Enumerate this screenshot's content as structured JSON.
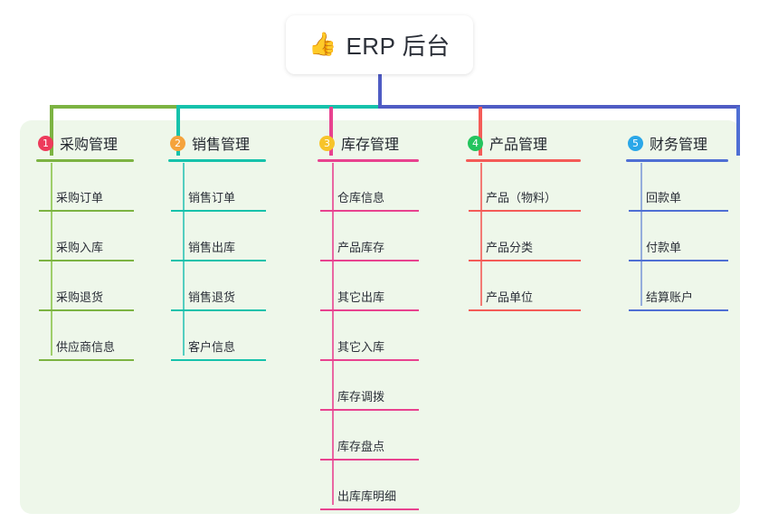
{
  "root": {
    "icon": "thumbs-up-icon",
    "emoji": "👍",
    "title": "ERP 后台"
  },
  "palette": {
    "panel_bg": "#eef7ea",
    "page_bg": "#ffffff",
    "root_stem": "#4f5cc4",
    "bus_left": "#7cb342",
    "bus_mid": "#16c2ab",
    "bus_right": "#4f5cc4",
    "green": "#7cb342",
    "teal": "#16c2ab",
    "pink": "#e8428f",
    "salmon": "#f45b57",
    "blue": "#4f6fd4",
    "badge1": "#ed3b5b",
    "badge2": "#f5a33c",
    "badge3": "#f7c42a",
    "badge4": "#24c45e",
    "badge5": "#2ba7e8"
  },
  "columns": [
    {
      "index": "1",
      "title": "采购管理",
      "badge_color": "#ed3b5b",
      "line_color": "#7cb342",
      "items": [
        {
          "label": "采购订单"
        },
        {
          "label": "采购入库"
        },
        {
          "label": "采购退货"
        },
        {
          "label": "供应商信息"
        }
      ]
    },
    {
      "index": "2",
      "title": "销售管理",
      "badge_color": "#f5a33c",
      "line_color": "#16c2ab",
      "items": [
        {
          "label": "销售订单"
        },
        {
          "label": "销售出库"
        },
        {
          "label": "销售退货"
        },
        {
          "label": "客户信息"
        }
      ]
    },
    {
      "index": "3",
      "title": "库存管理",
      "badge_color": "#f7c42a",
      "line_color": "#e8428f",
      "items": [
        {
          "label": "仓库信息"
        },
        {
          "label": "产品库存"
        },
        {
          "label": "其它出库"
        },
        {
          "label": "其它入库"
        },
        {
          "label": "库存调拨"
        },
        {
          "label": "库存盘点"
        },
        {
          "label": "出库库明细"
        }
      ]
    },
    {
      "index": "4",
      "title": "产品管理",
      "badge_color": "#24c45e",
      "line_color": "#f45b57",
      "items": [
        {
          "label": "产品（物料）"
        },
        {
          "label": "产品分类"
        },
        {
          "label": "产品单位"
        }
      ]
    },
    {
      "index": "5",
      "title": "财务管理",
      "badge_color": "#2ba7e8",
      "line_color": "#4f6fd4",
      "items": [
        {
          "label": "回款单"
        },
        {
          "label": "付款单"
        },
        {
          "label": "结算账户"
        }
      ]
    }
  ]
}
